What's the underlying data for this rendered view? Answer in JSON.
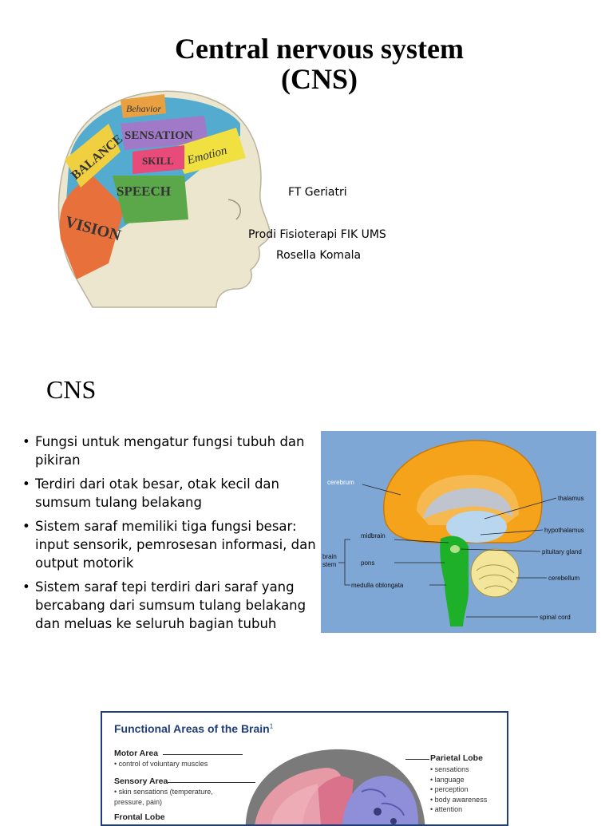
{
  "slide1": {
    "title_line1": "Central nervous system",
    "title_line2": "(CNS)",
    "subtitle": "FT Geriatri",
    "dept": "Prodi Fisioterapi FIK UMS",
    "author": "Rosella Komala",
    "head_regions": [
      "BALANCE",
      "Behavior",
      "SENSATION",
      "Emotion",
      "SKILL",
      "SPEECH",
      "VISION"
    ]
  },
  "slide2": {
    "title": "CNS",
    "bullets": [
      "Fungsi untuk mengatur fungsi tubuh dan pikiran",
      "Terdiri dari otak besar, otak kecil dan sumsum tulang belakang",
      "Sistem saraf memiliki tiga fungsi besar: input sensorik, pemrosesan informasi, dan output motorik",
      "Sistem saraf tepi terdiri dari saraf yang bercabang dari sumsum tulang belakang dan meluas ke seluruh bagian tubuh"
    ],
    "diagram": {
      "cerebrum": "cerebrum",
      "thalamus": "thalamus",
      "hypothalamus": "hypothalamus",
      "pituitary": "pituitary gland",
      "cerebellum": "cerebellum",
      "spinal_cord": "spinal cord",
      "midbrain": "midbrain",
      "pons": "pons",
      "medulla": "medulla oblongata",
      "brain_stem_1": "brain",
      "brain_stem_2": "stem"
    }
  },
  "slide3": {
    "title": "Functional Areas of the Brain",
    "title_sup": "1",
    "motor_area": "Motor Area",
    "motor_desc": "• control of voluntary muscles",
    "sensory_area": "Sensory Area",
    "sensory_desc": "• skin sensations (temperature,\n   pressure, pain)",
    "frontal_lobe": "Frontal Lobe",
    "parietal_lobe": "Parietal Lobe",
    "parietal_desc": "• sensations\n• language\n• perception\n• body awareness\n• attention"
  }
}
